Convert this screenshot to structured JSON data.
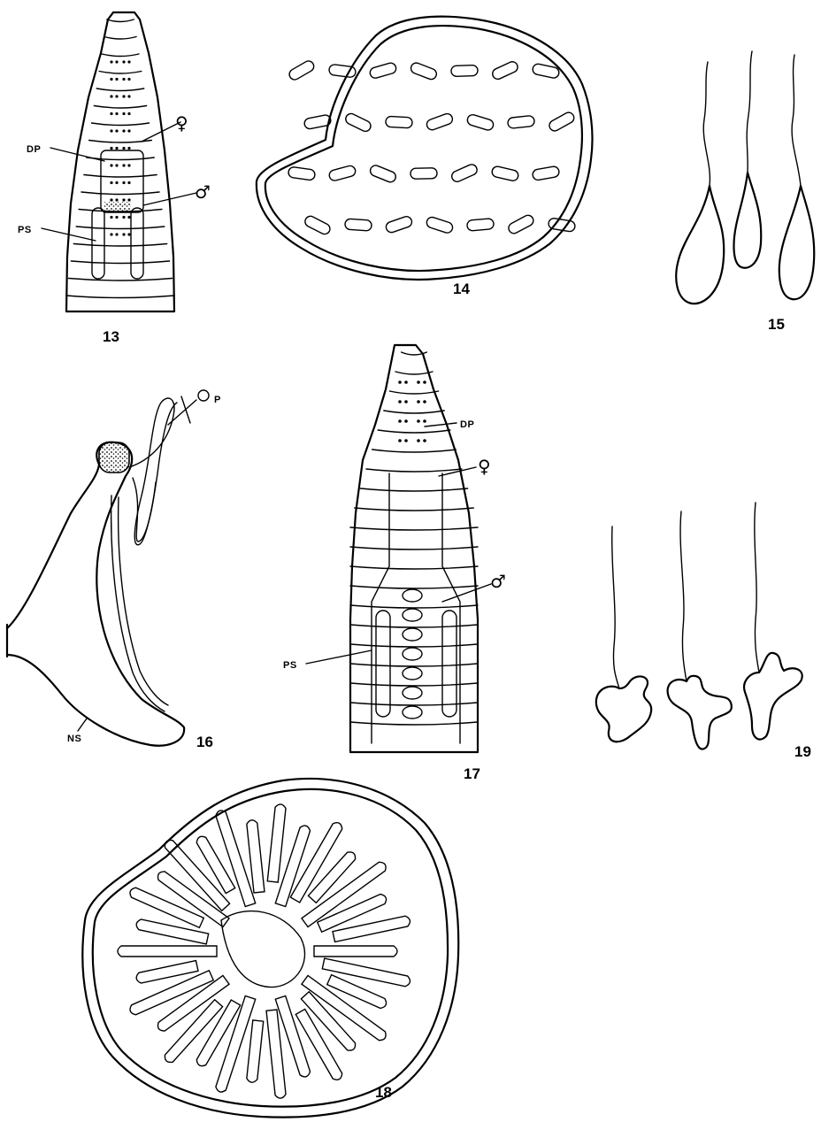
{
  "figures": [
    {
      "number": "13",
      "labels": {
        "dp": "DP",
        "ps": "PS",
        "female": "♀",
        "male": "♂"
      }
    },
    {
      "number": "14"
    },
    {
      "number": "15"
    },
    {
      "number": "16",
      "labels": {
        "p": "P",
        "ns": "NS"
      }
    },
    {
      "number": "17",
      "labels": {
        "dp": "DP",
        "ps": "PS",
        "female": "♀",
        "male": "♂"
      }
    },
    {
      "number": "18"
    },
    {
      "number": "19"
    }
  ],
  "colors": {
    "ink": "#000000",
    "paper": "#ffffff"
  }
}
